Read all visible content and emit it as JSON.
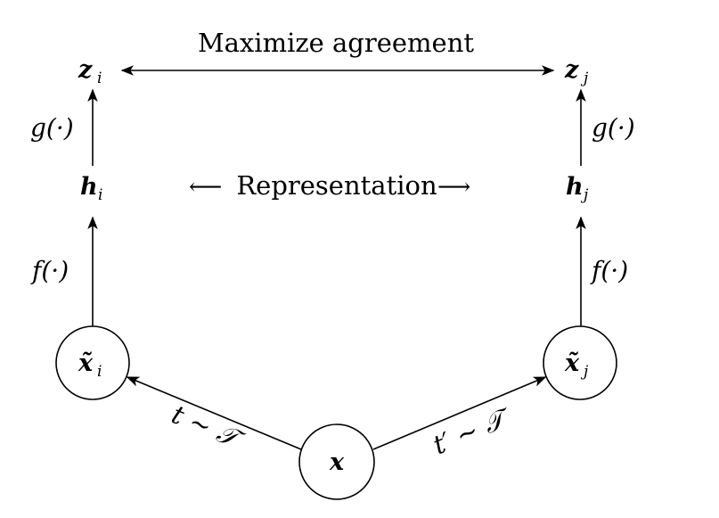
{
  "top_label": "Maximize agreement",
  "middle_label": "Representation",
  "middle_left_arrow": "⟵",
  "middle_right_arrow": "⟶",
  "nodes": {
    "z_i": {
      "symbol": "z",
      "sub": "i"
    },
    "z_j": {
      "symbol": "z",
      "sub": "j"
    },
    "h_i": {
      "symbol": "h",
      "sub": "i"
    },
    "h_j": {
      "symbol": "h",
      "sub": "j"
    },
    "xt_i": {
      "symbol": "x̃",
      "sub": "i"
    },
    "xt_j": {
      "symbol": "x̃",
      "sub": "j"
    },
    "x": {
      "symbol": "x"
    }
  },
  "edge_labels": {
    "g_left": "g(·)",
    "g_right": "g(·)",
    "f_left": "f(·)",
    "f_right": "f(·)",
    "t_left": "t ∼ 𝒯",
    "t_right": "t′ ∼ 𝒯"
  }
}
